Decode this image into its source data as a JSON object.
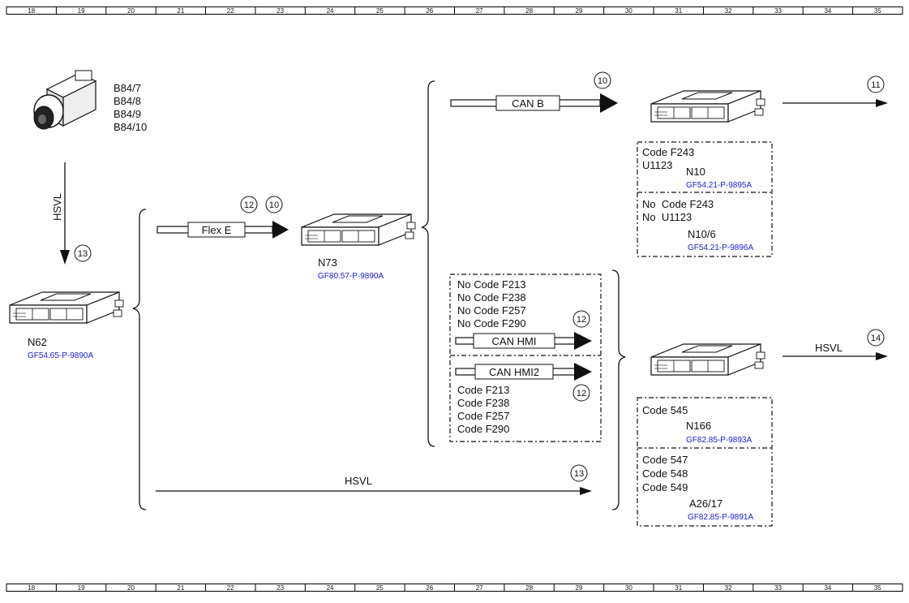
{
  "ruler": {
    "numbers": [
      "18",
      "19",
      "20",
      "21",
      "22",
      "23",
      "24",
      "25",
      "26",
      "27",
      "28",
      "29",
      "30",
      "31",
      "32",
      "33",
      "34",
      "35"
    ]
  },
  "sensor": {
    "labels": [
      "B84/7",
      "B84/8",
      "B84/9",
      "B84/10"
    ]
  },
  "hsvl_vertical": {
    "label": "HSVL",
    "marker": "13"
  },
  "n62": {
    "name": "N62",
    "ref": "GF54.65-P-9890A"
  },
  "flex_e": {
    "label": "Flex E",
    "markers": [
      "12",
      "10"
    ]
  },
  "n73": {
    "name": "N73",
    "ref": "GF80.57-P-9890A"
  },
  "can_b": {
    "label": "CAN B",
    "marker": "10"
  },
  "n10_out": {
    "marker": "11"
  },
  "n10": {
    "code_lines": [
      "Code F243",
      "U1123"
    ],
    "name": "N10",
    "ref": "GF54.21-P-9895A"
  },
  "n10_6": {
    "code_lines": [
      "No  Code F243",
      "No  U1123"
    ],
    "name": "N10/6",
    "ref": "GF54.21-P-9896A"
  },
  "hmi_upper": {
    "code_lines": [
      "No Code F213",
      "No Code F238",
      "No Code F257",
      "No Code F290"
    ],
    "label": "CAN HMI",
    "marker": "12"
  },
  "hmi_lower": {
    "label": "CAN HMI2",
    "marker": "12",
    "code_lines": [
      "Code F213",
      "Code F238",
      "Code F257",
      "Code F290"
    ]
  },
  "hsvl_right": {
    "label": "HSVL",
    "marker": "14"
  },
  "n166": {
    "code_lines": [
      "Code 545"
    ],
    "name": "N166",
    "ref": "GF82.85-P-9893A"
  },
  "a26_17": {
    "code_lines": [
      "Code 547",
      "Code 548",
      "Code 549"
    ],
    "name": "A26/17",
    "ref": "GF82.85-P-9891A"
  },
  "hsvl_bottom": {
    "label": "HSVL",
    "marker": "13"
  }
}
